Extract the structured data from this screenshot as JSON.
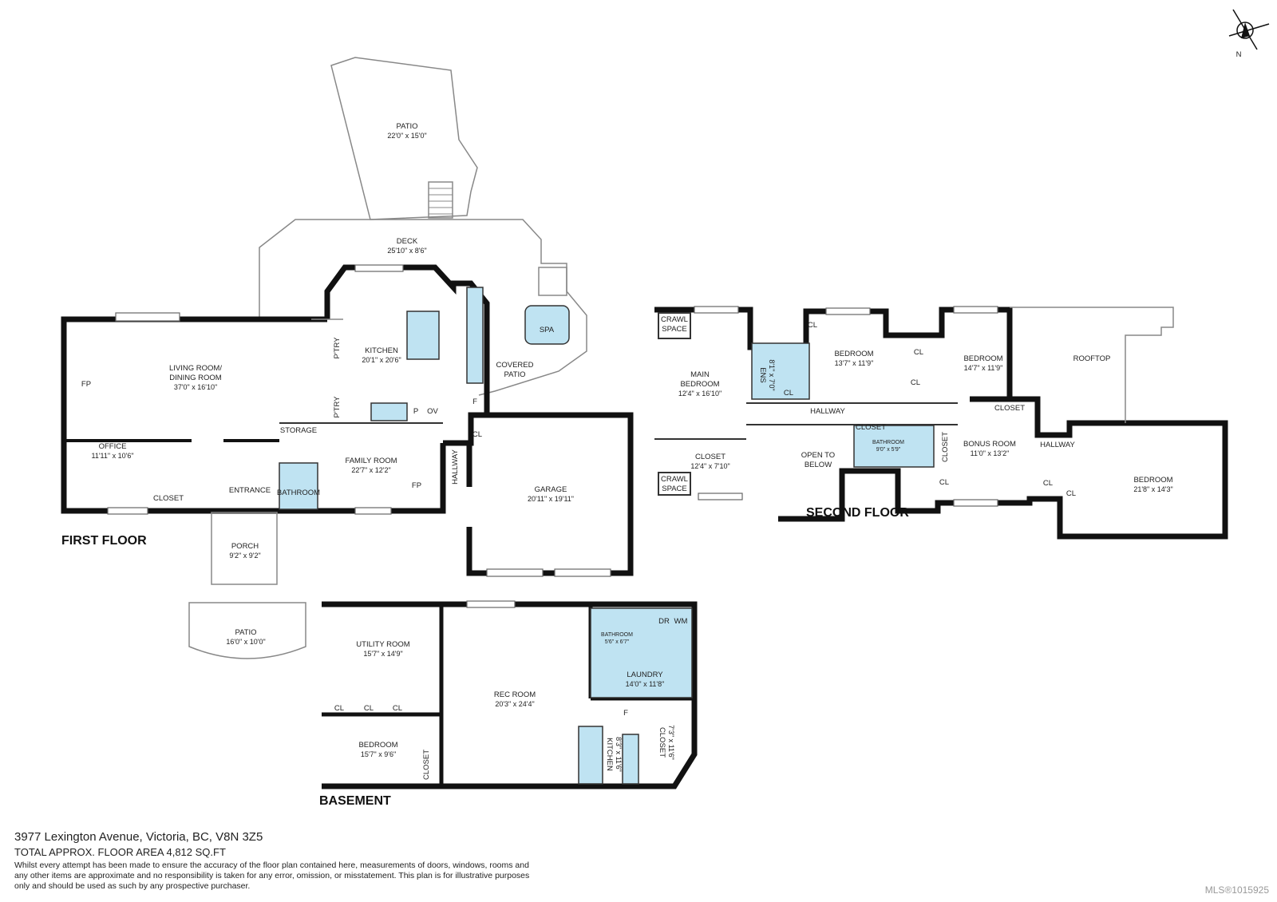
{
  "first_floor": {
    "label": "FIRST FLOOR",
    "rooms": {
      "patio_top": {
        "name": "PATIO",
        "dims": "22'0\" x 15'0\""
      },
      "deck": {
        "name": "DECK",
        "dims": "25'10\" x 8'6\""
      },
      "kitchen": {
        "name": "KITCHEN",
        "dims": "20'1\" x 20'6\""
      },
      "spa": {
        "name": "SPA"
      },
      "covered_patio": {
        "name1": "COVERED",
        "name2": "PATIO"
      },
      "living": {
        "name1": "LIVING ROOM/",
        "name2": "DINING ROOM",
        "dims": "37'0\" x 16'10\""
      },
      "fp1": {
        "name": "FP"
      },
      "pantry1": {
        "name": "P'TRY"
      },
      "pantry2": {
        "name": "P'TRY"
      },
      "p": {
        "name": "P"
      },
      "ov": {
        "name": "OV"
      },
      "f": {
        "name": "F"
      },
      "cl": {
        "name": "CL"
      },
      "storage": {
        "name": "STORAGE"
      },
      "office": {
        "name": "OFFICE",
        "dims": "11'11\" x 10'6\""
      },
      "closet": {
        "name": "CLOSET"
      },
      "entrance": {
        "name": "ENTRANCE"
      },
      "bathroom": {
        "name": "BATHROOM"
      },
      "family": {
        "name": "FAMILY ROOM",
        "dims": "22'7\" x 12'2\""
      },
      "fp2": {
        "name": "FP"
      },
      "hallway": {
        "name": "HALLWAY"
      },
      "garage": {
        "name": "GARAGE",
        "dims": "20'11\" x 19'11\""
      },
      "porch": {
        "name": "PORCH",
        "dims": "9'2\" x 9'2\""
      },
      "patio_bottom": {
        "name": "PATIO",
        "dims": "16'0\" x 10'0\""
      }
    }
  },
  "second_floor": {
    "label": "SECOND FLOOR",
    "rooms": {
      "crawl1": {
        "name1": "CRAWL",
        "name2": "SPACE"
      },
      "crawl2": {
        "name1": "CRAWL",
        "name2": "SPACE"
      },
      "main_bedroom": {
        "name1": "MAIN",
        "name2": "BEDROOM",
        "dims": "12'4\" x 16'10\""
      },
      "ens": {
        "name": "ENS",
        "dims": "8'1\" x 7'0\""
      },
      "cl1": {
        "name": "CL"
      },
      "cl2": {
        "name": "CL"
      },
      "cl3": {
        "name": "CL"
      },
      "cl4": {
        "name": "CL"
      },
      "cl5": {
        "name": "CL"
      },
      "cl6": {
        "name": "CL"
      },
      "cl7": {
        "name": "CL"
      },
      "bedroom1": {
        "name": "BEDROOM",
        "dims": "13'7\" x 11'9\""
      },
      "bedroom2": {
        "name": "BEDROOM",
        "dims": "14'7\" x 11'9\""
      },
      "rooftop": {
        "name": "ROOFTOP"
      },
      "hallway1": {
        "name": "HALLWAY"
      },
      "closet_a": {
        "name": "CLOSET"
      },
      "closet_b": {
        "name": "CLOSET"
      },
      "closet_c": {
        "name": "CLOSET"
      },
      "closet_main": {
        "name": "CLOSET",
        "dims": "12'4\" x 7'10\""
      },
      "open_below": {
        "name1": "OPEN TO",
        "name2": "BELOW"
      },
      "bathroom": {
        "name": "BATHROOM",
        "dims": "9'0\" x 5'9\""
      },
      "bonus": {
        "name": "BONUS ROOM",
        "dims": "11'0\" x 13'2\""
      },
      "hallway2": {
        "name": "HALLWAY"
      },
      "bedroom3": {
        "name": "BEDROOM",
        "dims": "21'8\" x 14'3\""
      }
    }
  },
  "basement": {
    "label": "BASEMENT",
    "rooms": {
      "utility": {
        "name": "UTILITY ROOM",
        "dims": "15'7\" x 14'9\""
      },
      "cl1": {
        "name": "CL"
      },
      "cl2": {
        "name": "CL"
      },
      "cl3": {
        "name": "CL"
      },
      "bedroom": {
        "name": "BEDROOM",
        "dims": "15'7\" x 9'6\""
      },
      "closet": {
        "name": "CLOSET"
      },
      "rec": {
        "name": "REC ROOM",
        "dims": "20'3\" x 24'4\""
      },
      "bathroom": {
        "name": "BATHROOM",
        "dims": "5'6\" x 6'7\""
      },
      "dr": {
        "name": "DR"
      },
      "wm": {
        "name": "WM"
      },
      "laundry": {
        "name": "LAUNDRY",
        "dims": "14'0\" x 11'8\""
      },
      "f": {
        "name": "F"
      },
      "kitchen": {
        "name": "KITCHEN",
        "dims": "8'3\" x 11'6\""
      },
      "closet2": {
        "name": "CLOSET",
        "dims": "7'3\" x 11'6\""
      }
    }
  },
  "compass": {
    "label": "N",
    "icon": "compass-icon"
  },
  "footer": {
    "address": "3977 Lexington Avenue, Victoria, BC, V8N 3Z5",
    "area": "TOTAL APPROX. FLOOR AREA 4,812 SQ.FT",
    "disclaimer": "Whilst every attempt has been made to ensure the accuracy of the floor plan contained here, measurements of doors, windows, rooms and any other items are approximate and no responsibility is taken for any error, omission, or misstatement. This plan is for illustrative purposes only and should be used as such by any prospective purchaser.",
    "mls": "MLS®1015925"
  },
  "colors": {
    "walls": "#111111",
    "wet_areas": "#bfe3f2",
    "outdoor_lines": "#888888"
  }
}
